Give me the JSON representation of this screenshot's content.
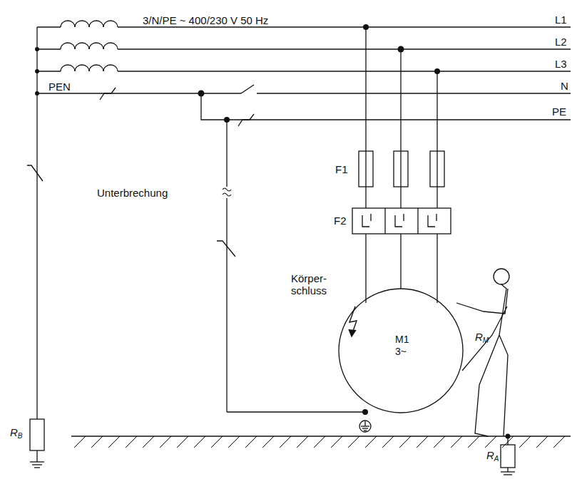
{
  "diagram": {
    "nodes": [
      {
        "text": [
          "M1",
          "3~"
        ]
      }
    ],
    "labels": [
      "3/N/PE ~ 400/230 V 50 Hz",
      "L1",
      "L2",
      "L3",
      "PEN",
      "N",
      "PE",
      "F1",
      "F2",
      "Unterbrechung",
      "Körper- schluss",
      "RM",
      "RB",
      "RA"
    ]
  }
}
